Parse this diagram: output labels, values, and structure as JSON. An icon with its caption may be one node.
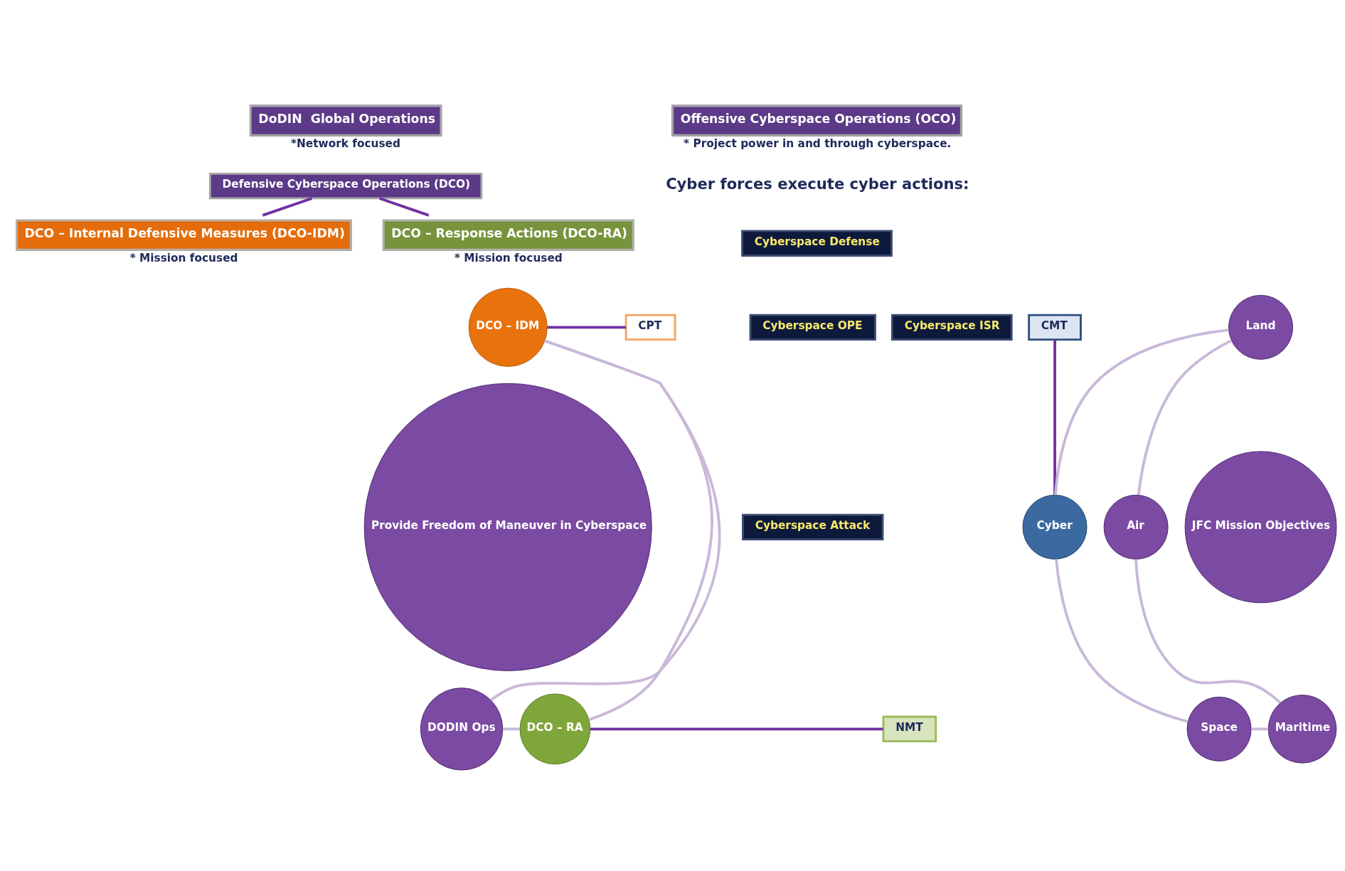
{
  "diagram": {
    "nodes": [
      {
        "text": [
          "DoDIN  Global Operations"
        ],
        "beside": [
          "*Network focused"
        ]
      },
      {
        "text": [
          "Defensive Cyberspace Operations (DCO)"
        ]
      },
      {
        "text": [
          "DCO – Internal Defensive Measures (DCO-IDM)"
        ],
        "beside": [
          "* Mission focused"
        ]
      },
      {
        "text": [
          "DCO – Response Actions (DCO-RA)"
        ],
        "beside": [
          "* Mission focused"
        ]
      },
      {
        "text": [
          "Offensive Cyberspace Operations (OCO)"
        ],
        "beside": [
          "* Project power in and through cyberspace."
        ]
      },
      {
        "text": [
          "DCO – IDM"
        ]
      },
      {
        "text": [
          "CPT"
        ]
      },
      {
        "text": [
          "Provide Freedom of Maneuver in Cyberspace"
        ]
      },
      {
        "text": [
          "DODIN Ops"
        ]
      },
      {
        "text": [
          "DCO – RA"
        ]
      },
      {
        "text": [
          "NMT"
        ]
      },
      {
        "text": [
          "Cyberspace Defense"
        ]
      },
      {
        "text": [
          "Cyberspace OPE"
        ]
      },
      {
        "text": [
          "Cyberspace ISR"
        ]
      },
      {
        "text": [
          "Cyberspace Attack"
        ]
      },
      {
        "text": [
          "CMT"
        ]
      },
      {
        "text": [
          "Land"
        ]
      },
      {
        "text": [
          "Cyber"
        ]
      },
      {
        "text": [
          "Air"
        ]
      },
      {
        "text": [
          "JFC Mission Objectives"
        ]
      },
      {
        "text": [
          "Space"
        ]
      },
      {
        "text": [
          "Maritime"
        ]
      }
    ],
    "edges": [
      {
        "from": 1,
        "to": 2,
        "arrow": "none",
        "color": "#7030a0"
      },
      {
        "from": 1,
        "to": 3,
        "arrow": "none",
        "color": "#7030a0"
      },
      {
        "from": 5,
        "to": 6,
        "arrow": "none",
        "color": "#7030a0"
      },
      {
        "from": 9,
        "to": 10,
        "arrow": "none",
        "color": "#7030a0"
      },
      {
        "from": 15,
        "to": 17,
        "arrow": "none",
        "color": "#7030a0"
      },
      {
        "from": 5,
        "to": 9,
        "arrow": "none"
      },
      {
        "from": 9,
        "to": 8,
        "arrow": "none"
      },
      {
        "from": 8,
        "to": 5,
        "arrow": "none"
      },
      {
        "from": 16,
        "to": 18,
        "arrow": "none"
      },
      {
        "from": 18,
        "to": 21,
        "arrow": "none"
      },
      {
        "from": 21,
        "to": 20,
        "arrow": "none"
      },
      {
        "from": 20,
        "to": 17,
        "arrow": "none"
      },
      {
        "from": 17,
        "to": 16,
        "arrow": "none"
      }
    ],
    "labels": [
      "Cyber forces execute cyber actions:"
    ]
  }
}
